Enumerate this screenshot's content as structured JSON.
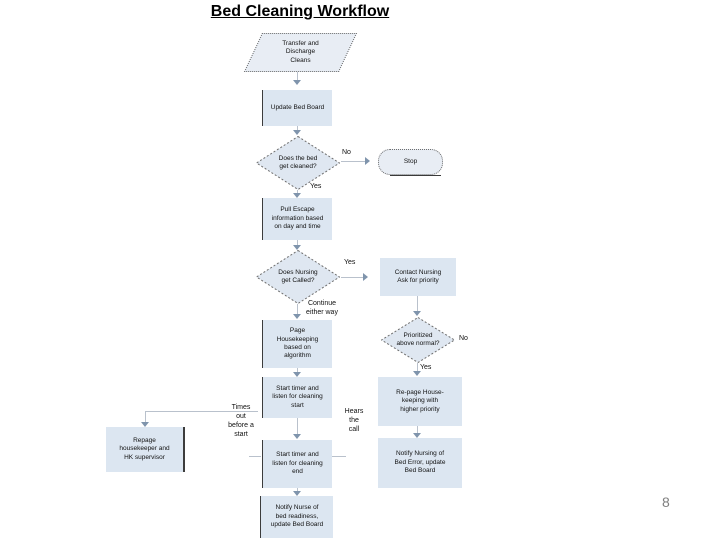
{
  "slide": {
    "title": "Bed Cleaning Workflow",
    "page_number": "8"
  },
  "colors": {
    "shape_fill": "#dce6f1",
    "shape_fill_alt": "#e8edf4",
    "diamond_fill": "#dfe7f1",
    "connector": "#b9c1cc",
    "arrowhead": "#7f94ac",
    "border_dark": "#3c3c3c",
    "dotted_border": "#6e6e6e",
    "text": "#111111",
    "muted_text": "#7f7f7f"
  },
  "flowchart": {
    "nodes": [
      {
        "id": "transfer-discharge-cleans",
        "type": "io-parallelogram",
        "label": "Transfer and\nDischarge\nCleans"
      },
      {
        "id": "update-bed-board",
        "type": "process",
        "label": "Update Bed Board"
      },
      {
        "id": "does-bed-get-cleaned",
        "type": "decision",
        "label": "Does the bed\nget cleaned?"
      },
      {
        "id": "stop",
        "type": "terminator",
        "label": "Stop"
      },
      {
        "id": "pull-escape-info",
        "type": "process",
        "label": "Pull Escape\ninformation based\non day and time"
      },
      {
        "id": "does-nursing-get-called",
        "type": "decision",
        "label": "Does Nursing\nget Called?"
      },
      {
        "id": "contact-nursing",
        "type": "process",
        "label": "Contact Nursing\nAsk for priority"
      },
      {
        "id": "page-housekeeping",
        "type": "process",
        "label": "Page\nHousekeeping\nbased on\nalgorithm"
      },
      {
        "id": "prioritized-above-normal",
        "type": "decision",
        "label": "Prioritized\nabove normal?"
      },
      {
        "id": "start-timer-cleaning-start",
        "type": "process",
        "label": "Start timer and\nlisten for cleaning\nstart"
      },
      {
        "id": "repage-housekeeping-higher-priority",
        "type": "process",
        "label": "Re-page House-\nkeeping with\nhigher priority"
      },
      {
        "id": "repage-housekeeper-supervisor",
        "type": "process",
        "label": "Repage\nhousekeeper and\nHK supervisor"
      },
      {
        "id": "start-timer-cleaning-end",
        "type": "process",
        "label": "Start timer and\nlisten for cleaning\nend"
      },
      {
        "id": "notify-nursing-bed-error",
        "type": "process",
        "label": "Notify Nursing of\nBed Error, update\nBed Board"
      },
      {
        "id": "notify-nurse-bed-readiness",
        "type": "process",
        "label": "Notify Nurse of\nbed readiness,\nupdate Bed Board"
      }
    ],
    "edge_labels": {
      "no_bed_cleaned": "No",
      "yes_bed_cleaned": "Yes",
      "yes_nursing_called": "Yes",
      "continue_either_way": "Continue\neither way",
      "no_prioritized": "No",
      "yes_prioritized": "Yes",
      "times_out": "Times\nout\nbefore a\nstart",
      "hears_call": "Hears\nthe\ncall"
    }
  }
}
